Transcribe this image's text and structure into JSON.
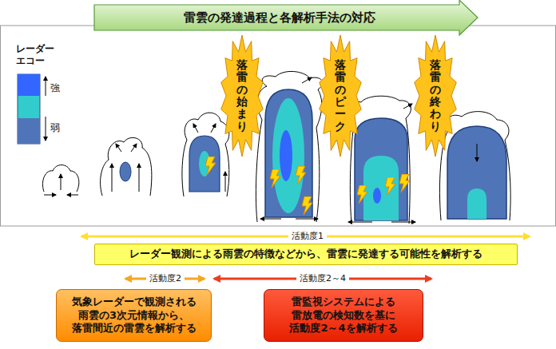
{
  "diagram": {
    "title": "雷雲の発達過程と各解析手法の対応",
    "nodes": [
      {
        "text": [
          "落雷の始まり"
        ]
      },
      {
        "text": [
          "落雷のピーク"
        ]
      },
      {
        "text": [
          "落雷の終わり"
        ]
      },
      {
        "text": [
          "レーダー観測による雨雲の特徴などから、雷雲に発達する可能性を解析する"
        ]
      },
      {
        "text": [
          "気象レーダーで観測される 雨雲の3次元情報から、 落雷間近の雷雲を解析する"
        ]
      },
      {
        "text": [
          "雷監視システムによる 雷放電の検知数を基に 活動度2～4を解析する"
        ]
      }
    ],
    "labels": [
      "レーダー エコー",
      "活動度1",
      "活動度2",
      "活動度2～4"
    ],
    "legend": [
      {
        "text": "強",
        "color": "#3366ff"
      },
      {
        "text": "弱",
        "color": "#4f75b8"
      }
    ]
  }
}
